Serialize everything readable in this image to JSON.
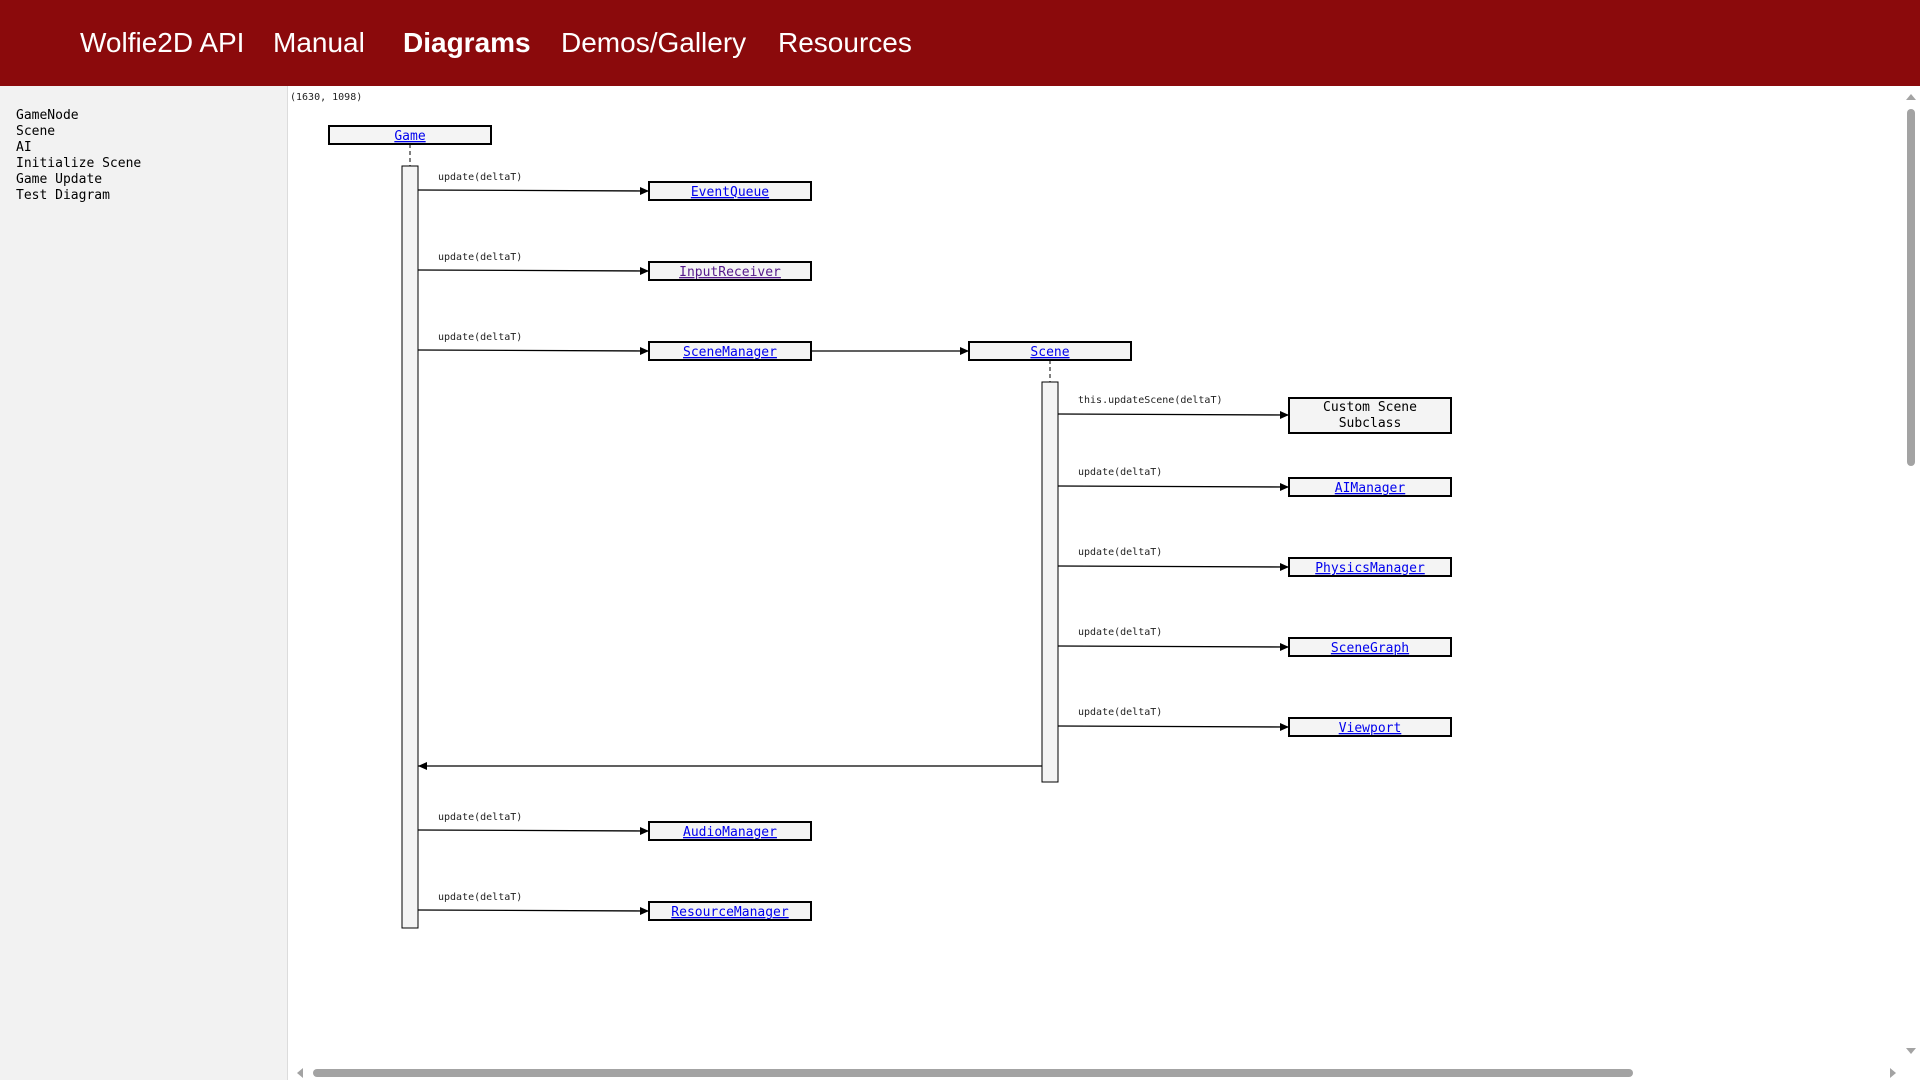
{
  "navbar": {
    "background": "#8b0a0c",
    "items": [
      {
        "label": "Wolfie2D API",
        "active": false
      },
      {
        "label": "Manual",
        "active": false
      },
      {
        "label": "Diagrams",
        "active": true
      },
      {
        "label": "Demos/Gallery",
        "active": false
      },
      {
        "label": "Resources",
        "active": false
      }
    ]
  },
  "sidebar": {
    "items": [
      "GameNode",
      "Scene",
      "AI",
      "Initialize Scene",
      "Game Update",
      "Test Diagram"
    ]
  },
  "diagram": {
    "coords_label": "(1630, 1098)",
    "link_color": "#0000ee",
    "visited_link_color": "#551a8b",
    "nodes": {
      "game": "Game",
      "event_queue": "EventQueue",
      "input_receiver": "InputReceiver",
      "scene_manager": "SceneManager",
      "scene": "Scene",
      "custom_scene": "Custom Scene Subclass",
      "ai_manager": "AIManager",
      "physics_manager": "PhysicsManager",
      "scene_graph": "SceneGraph",
      "viewport": "Viewport",
      "audio_manager": "AudioManager",
      "resource_manager": "ResourceManager"
    },
    "messages": {
      "game_to_event_queue": "update(deltaT)",
      "game_to_input_receiver": "update(deltaT)",
      "game_to_scene_manager": "update(deltaT)",
      "scene_to_custom": "this.updateScene(deltaT)",
      "scene_to_ai": "update(deltaT)",
      "scene_to_physics": "update(deltaT)",
      "scene_to_graph": "update(deltaT)",
      "scene_to_viewport": "update(deltaT)",
      "game_to_audio": "update(deltaT)",
      "game_to_resource": "update(deltaT)"
    }
  }
}
